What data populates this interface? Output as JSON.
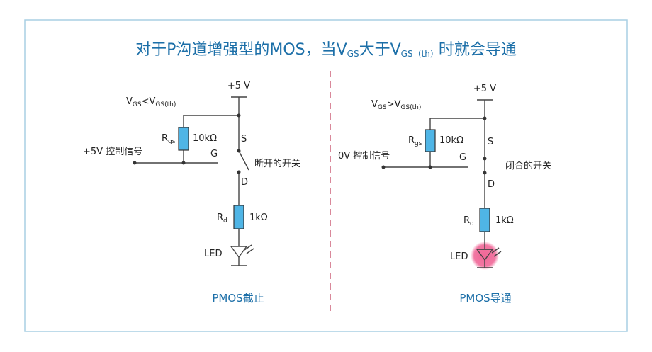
{
  "title": {
    "part1": "对于P沟道增强型的MOS，当V",
    "sub1": "GS",
    "part2": "大于V",
    "sub2": "GS（th）",
    "part3": "时就会导通"
  },
  "colors": {
    "frame": "#a8cfe4",
    "title": "#1c6fa8",
    "resistor": "#4fb5e6",
    "divider": "#d9889a",
    "led_glow": "#ef5f92"
  },
  "left": {
    "supply": "+5 V",
    "vgs_main": "V",
    "vgs_sub1": "GS",
    "vgs_rel": "<V",
    "vgs_sub2": "GS(th)",
    "rgs_main": "R",
    "rgs_sub": "gs",
    "rgs_value": "10kΩ",
    "input_label": "+5V 控制信号",
    "s_label": "S",
    "g_label": "G",
    "d_label": "D",
    "switch_label": "断开的开关",
    "rd_main": "R",
    "rd_sub": "d",
    "rd_value": "1kΩ",
    "led_label": "LED",
    "caption": "PMOS截止"
  },
  "right": {
    "supply": "+5 V",
    "vgs_main": "V",
    "vgs_sub1": "GS",
    "vgs_rel": ">V",
    "vgs_sub2": "GS(th)",
    "rgs_main": "R",
    "rgs_sub": "gs",
    "rgs_value": "10kΩ",
    "input_label": "0V 控制信号",
    "s_label": "S",
    "g_label": "G",
    "d_label": "D",
    "switch_label": "闭合的开关",
    "rd_main": "R",
    "rd_sub": "d",
    "rd_value": "1kΩ",
    "led_label": "LED",
    "caption": "PMOS导通"
  }
}
